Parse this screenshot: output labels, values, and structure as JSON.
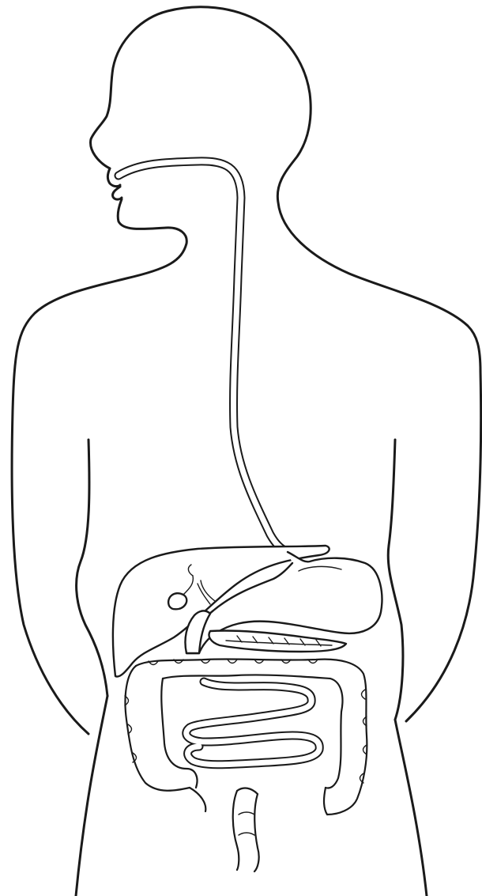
{
  "diagram": {
    "line_color": "#1a1a1a",
    "fill_color": "#ffffff",
    "parts": [
      "body-outline",
      "esophagus",
      "liver",
      "gallbladder",
      "stomach",
      "pancreas",
      "duodenum",
      "small-intestine",
      "large-intestine",
      "rectum"
    ]
  }
}
